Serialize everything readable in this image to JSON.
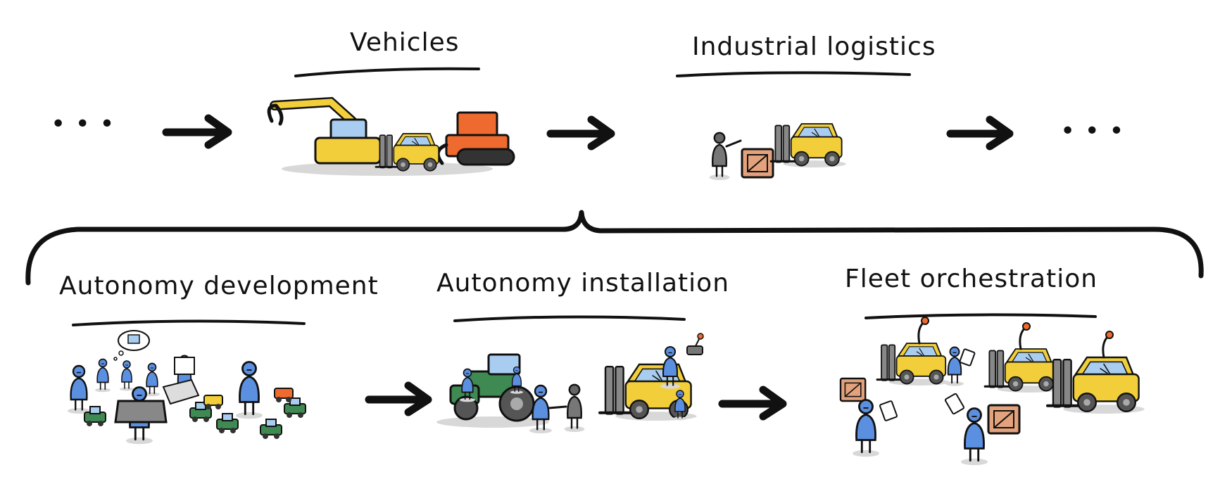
{
  "top_row": {
    "ellipsis_left": "• • •",
    "vehicles_label": "Vehicles",
    "logistics_label": "Industrial  logistics",
    "ellipsis_right": "• • •"
  },
  "bottom_row": {
    "development_label": "Autonomy  development",
    "installation_label": "Autonomy  installation",
    "orchestration_label": "Fleet   orchestration"
  },
  "colors": {
    "ink": "#111111",
    "yellow": "#f2cf3a",
    "cab_glass": "#a9cdf0",
    "orange": "#ef6a2e",
    "green": "#3e8a52",
    "person_blue": "#5b8fe0",
    "crate": "#e3a27c",
    "shadow": "#d8d8d8"
  }
}
